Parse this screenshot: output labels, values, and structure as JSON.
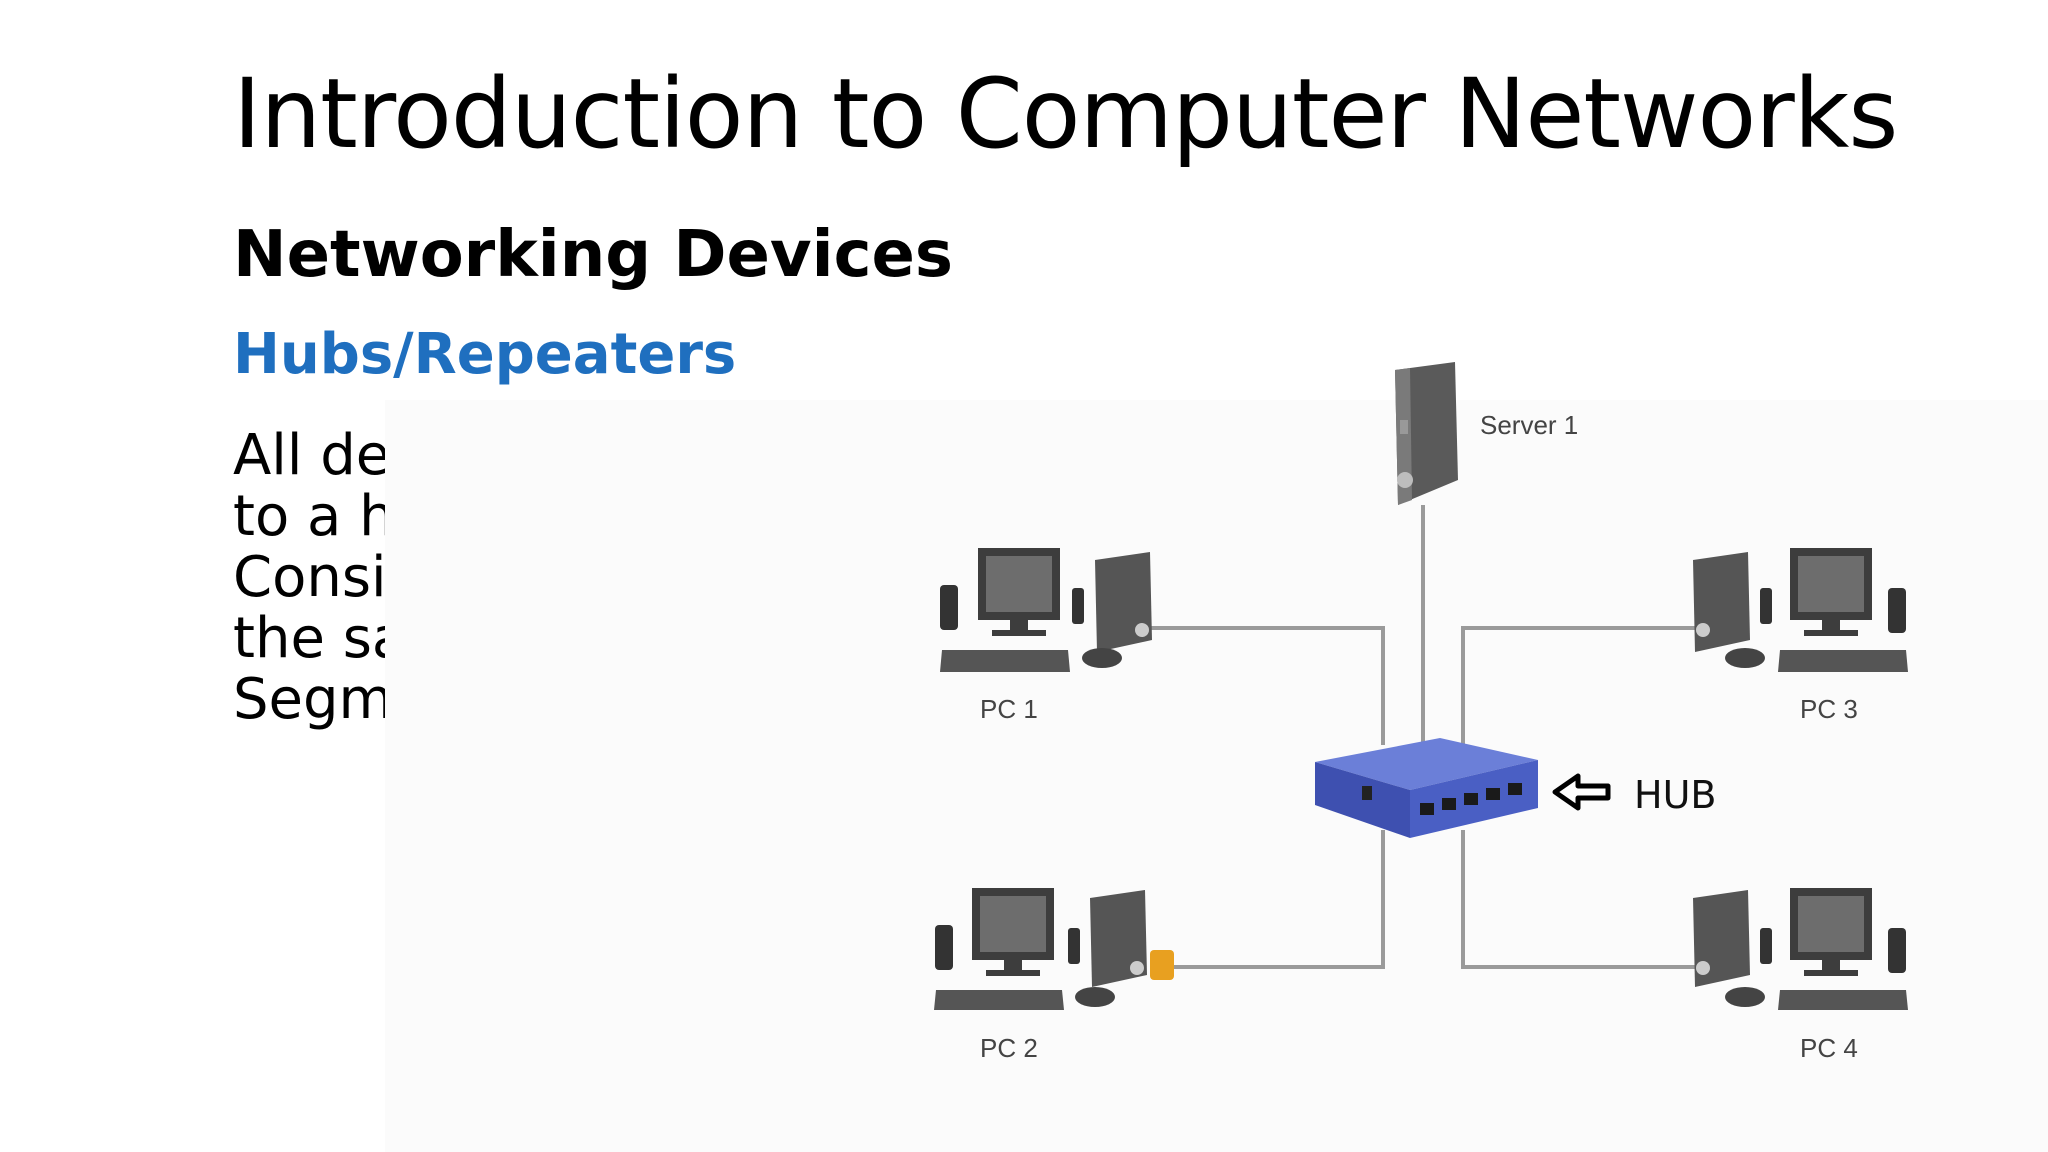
{
  "slide": {
    "title": "Introduction to Computer Networks",
    "subtitle": "Networking Devices",
    "heading": "Hubs/Repeaters",
    "body_lines": [
      "All devices connected",
      "to a hub are",
      "Considered to be in",
      "the same network",
      "Segment"
    ]
  },
  "diagram": {
    "server_label": "Server 1",
    "pc1_label": "PC 1",
    "pc2_label": "PC 2",
    "pc3_label": "PC 3",
    "pc4_label": "PC 4",
    "hub_label": "HUB",
    "colors": {
      "hub_body": "#4a5fc4",
      "cable": "#9a9a9a",
      "device_dark": "#4a4a4a",
      "connector": "#e8a020",
      "heading_blue": "#1f6fbf"
    }
  }
}
